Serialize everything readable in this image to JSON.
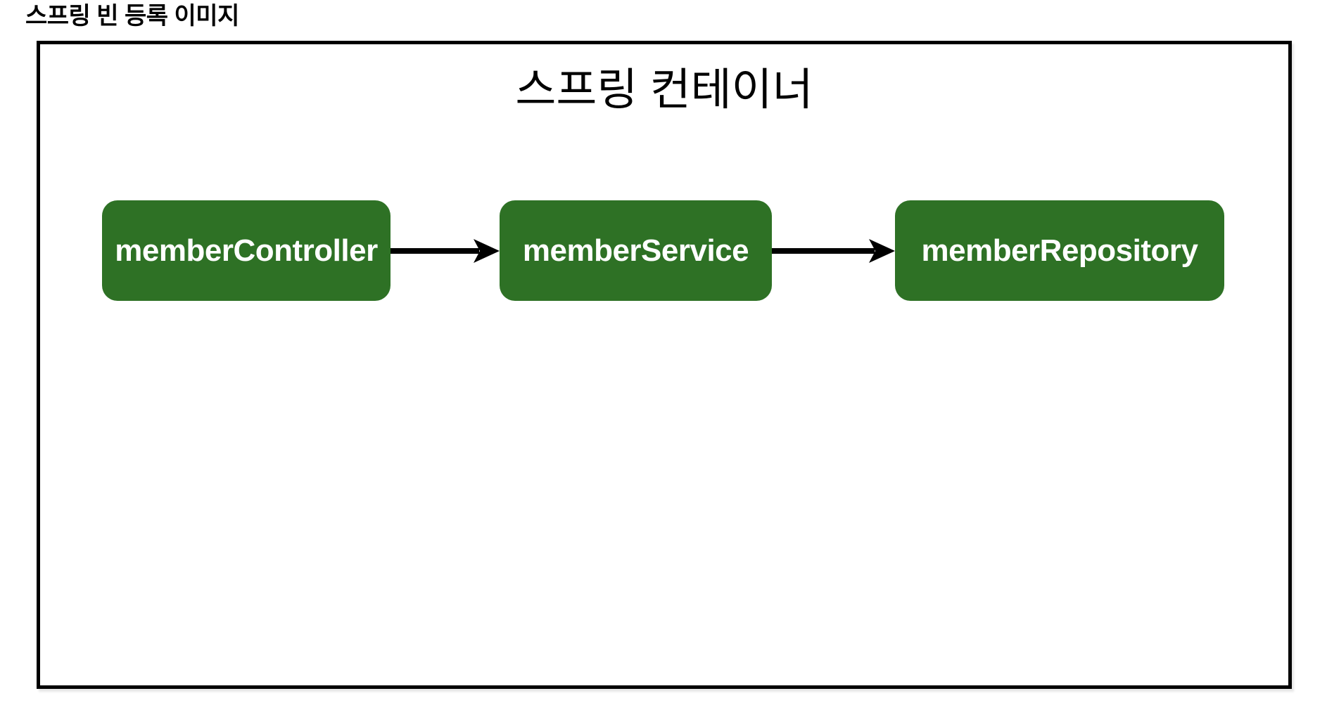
{
  "page": {
    "title": "스프링 빈 등록 이미지"
  },
  "container": {
    "title": "스프링 컨테이너",
    "beans": [
      {
        "id": "memberController",
        "label": "memberController"
      },
      {
        "id": "memberService",
        "label": "memberService"
      },
      {
        "id": "memberRepository",
        "label": "memberRepository"
      }
    ],
    "connections": [
      {
        "from": "memberController",
        "to": "memberService"
      },
      {
        "from": "memberService",
        "to": "memberRepository"
      }
    ]
  },
  "colors": {
    "background": "#ffffff",
    "container_border": "#000000",
    "bean_fill": "#2e7125",
    "bean_text": "#ffffff",
    "arrow": "#000000",
    "title_text": "#000000"
  }
}
